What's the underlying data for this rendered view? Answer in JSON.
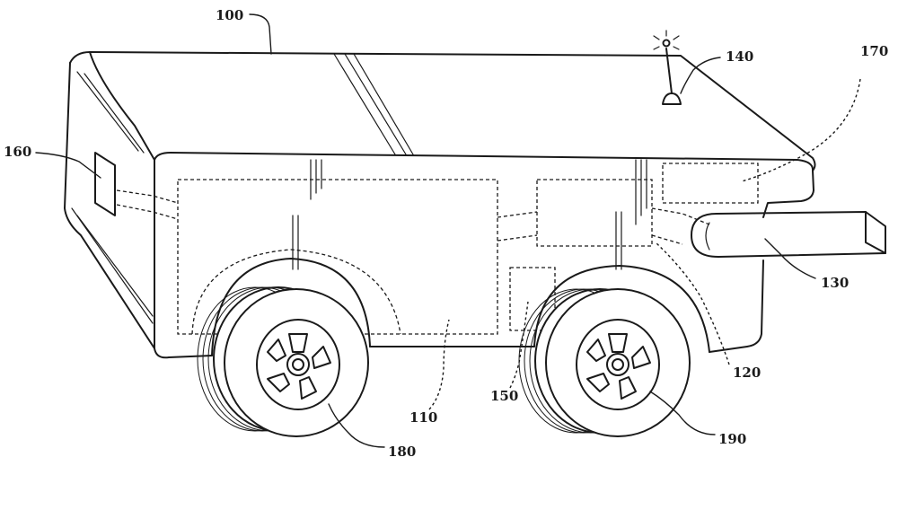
{
  "labels": {
    "l100": "100",
    "l110": "110",
    "l120": "120",
    "l130": "130",
    "l140": "140",
    "l150": "150",
    "l160": "160",
    "l170": "170",
    "l180": "180",
    "l190": "190"
  }
}
